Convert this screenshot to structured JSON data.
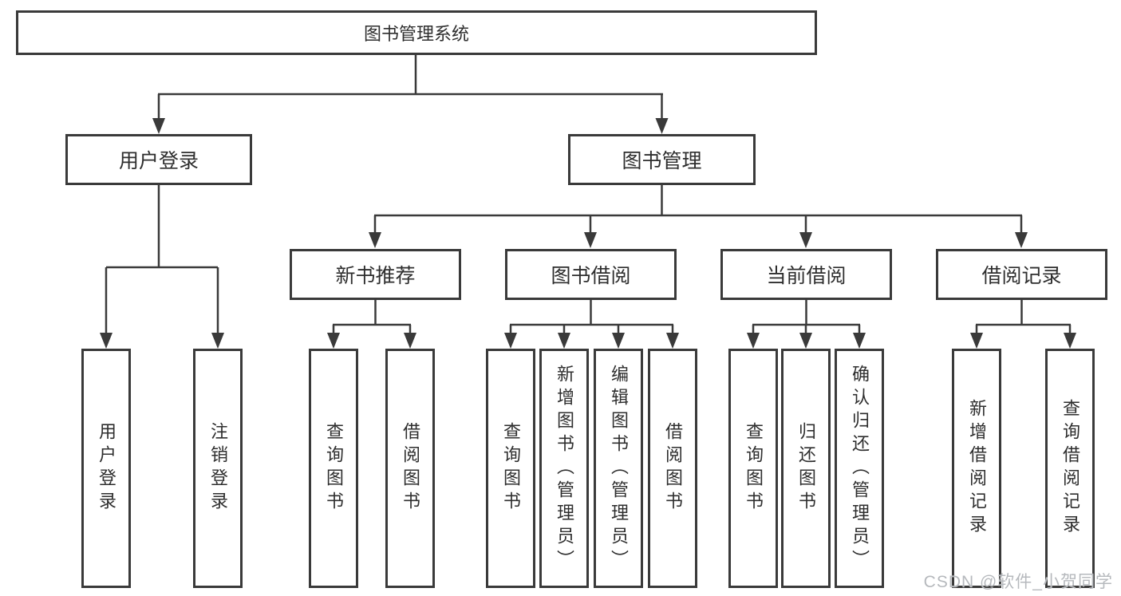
{
  "diagram_type": "hierarchy-tree",
  "tree": {
    "root": {
      "label": "图书管理系统"
    },
    "level2": [
      {
        "label": "用户登录",
        "children": [
          {
            "label": "用户登录"
          },
          {
            "label": "注销登录"
          }
        ]
      },
      {
        "label": "图书管理",
        "children": [
          {
            "label": "新书推荐",
            "children": [
              {
                "label": "查询图书"
              },
              {
                "label": "借阅图书"
              }
            ]
          },
          {
            "label": "图书借阅",
            "children": [
              {
                "label": "查询图书"
              },
              {
                "label": "新增图书（管理员）"
              },
              {
                "label": "编辑图书（管理员）"
              },
              {
                "label": "借阅图书"
              }
            ]
          },
          {
            "label": "当前借阅",
            "children": [
              {
                "label": "查询图书"
              },
              {
                "label": "归还图书"
              },
              {
                "label": "确认归还（管理员）"
              }
            ]
          },
          {
            "label": "借阅记录",
            "children": [
              {
                "label": "新增借阅记录"
              },
              {
                "label": "查询借阅记录"
              }
            ]
          }
        ]
      }
    ]
  },
  "watermark": {
    "text": "CSDN @软件_小贺同学"
  },
  "colors": {
    "line": "#3a3a3a",
    "box_border": "#3a3a3a",
    "text": "#2e2e2e",
    "background": "#ffffff",
    "watermark": "#b6b9bd"
  }
}
